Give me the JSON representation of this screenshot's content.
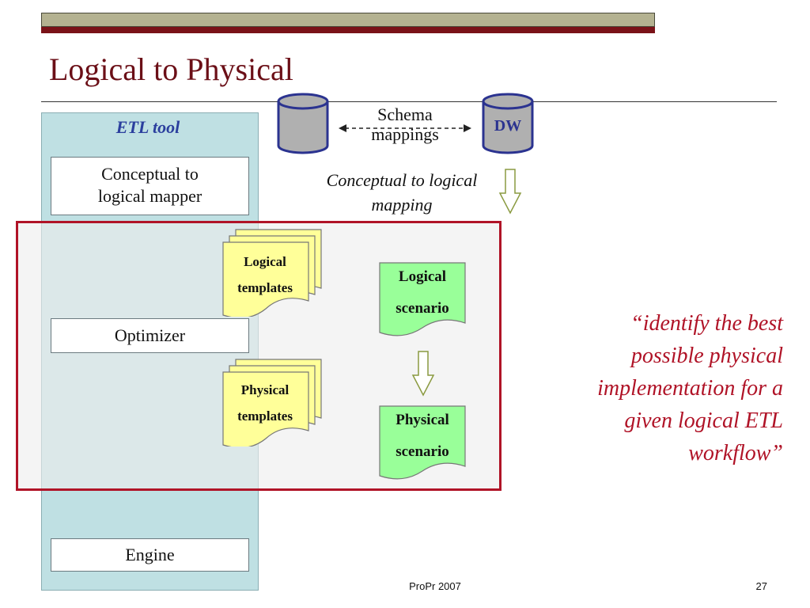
{
  "slide": {
    "title": "Logical to Physical",
    "footer": "ProPr 2007",
    "page_number": "27"
  },
  "etl_tool": {
    "label": "ETL tool",
    "components": {
      "mapper": [
        "Conceptual to",
        "logical mapper"
      ],
      "optimizer": "Optimizer",
      "engine": "Engine"
    }
  },
  "databases": {
    "left_label": "",
    "right_label": "DW",
    "link_label": [
      "Schema",
      "mappings"
    ]
  },
  "mapping_label": [
    "Conceptual to logical",
    "mapping"
  ],
  "templates": {
    "logical": [
      "Logical",
      "templates"
    ],
    "physical": [
      "Physical",
      "templates"
    ]
  },
  "scenarios": {
    "logical": [
      "Logical",
      "scenario"
    ],
    "physical": [
      "Physical",
      "scenario"
    ]
  },
  "quote": [
    "“identify the best",
    "possible physical",
    "implementation for a",
    "given logical ETL",
    "workflow”"
  ],
  "colors": {
    "title": "#6b0f17",
    "highlight_border": "#b01327",
    "etl_panel": "#bfe0e3",
    "template_fill": "#ffff99",
    "scenario_fill": "#99ff99",
    "cylinder_fill": "#b0b0b0",
    "cylinder_border": "#2b3390",
    "quote": "#b01327"
  }
}
